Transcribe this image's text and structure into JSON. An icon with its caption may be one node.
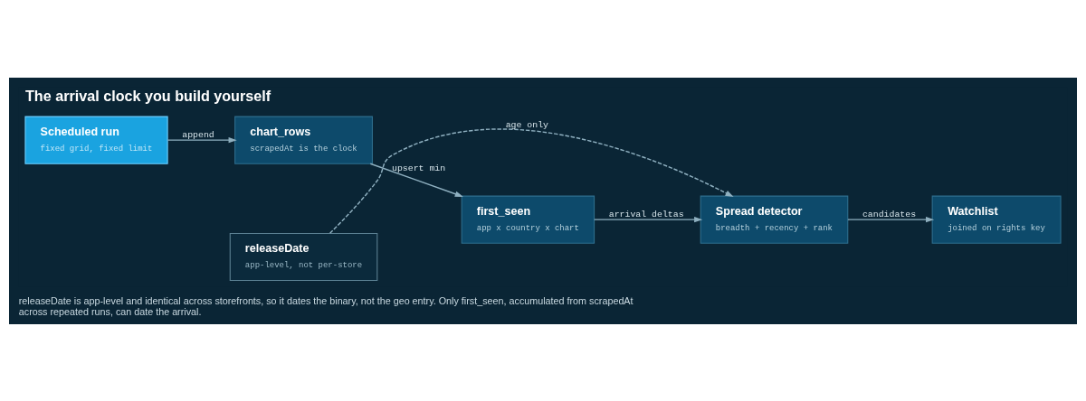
{
  "diagram": {
    "title": "The arrival clock you build yourself",
    "caption": "releaseDate is app-level and identical across storefronts, so it dates the binary, not the geo entry. Only first_seen, accumulated from scrapedAt across repeated runs, can date the arrival.",
    "nodes": [
      {
        "text": [
          "releaseDate",
          "app-level, not per-store"
        ]
      },
      {
        "text": [
          "Scheduled run",
          "fixed grid, fixed limit"
        ]
      },
      {
        "text": [
          "chart_rows",
          "scrapedAt is the clock"
        ]
      },
      {
        "text": [
          "first_seen",
          "app x country x chart"
        ]
      },
      {
        "text": [
          "Spread detector",
          "breadth + recency + rank"
        ]
      },
      {
        "text": [
          "Watchlist",
          "joined on rights key"
        ]
      }
    ],
    "edges": [
      {
        "from": 1,
        "to": 2,
        "arrow": "to",
        "label": "append"
      },
      {
        "from": 2,
        "to": 3,
        "arrow": "to",
        "label": "upsert min"
      },
      {
        "from": 3,
        "to": 4,
        "arrow": "to",
        "label": "arrival deltas"
      },
      {
        "from": 4,
        "to": 5,
        "arrow": "to",
        "label": "candidates"
      },
      {
        "from": 0,
        "to": 4,
        "arrow": "to",
        "label": "age only",
        "style": "dashed"
      }
    ]
  }
}
